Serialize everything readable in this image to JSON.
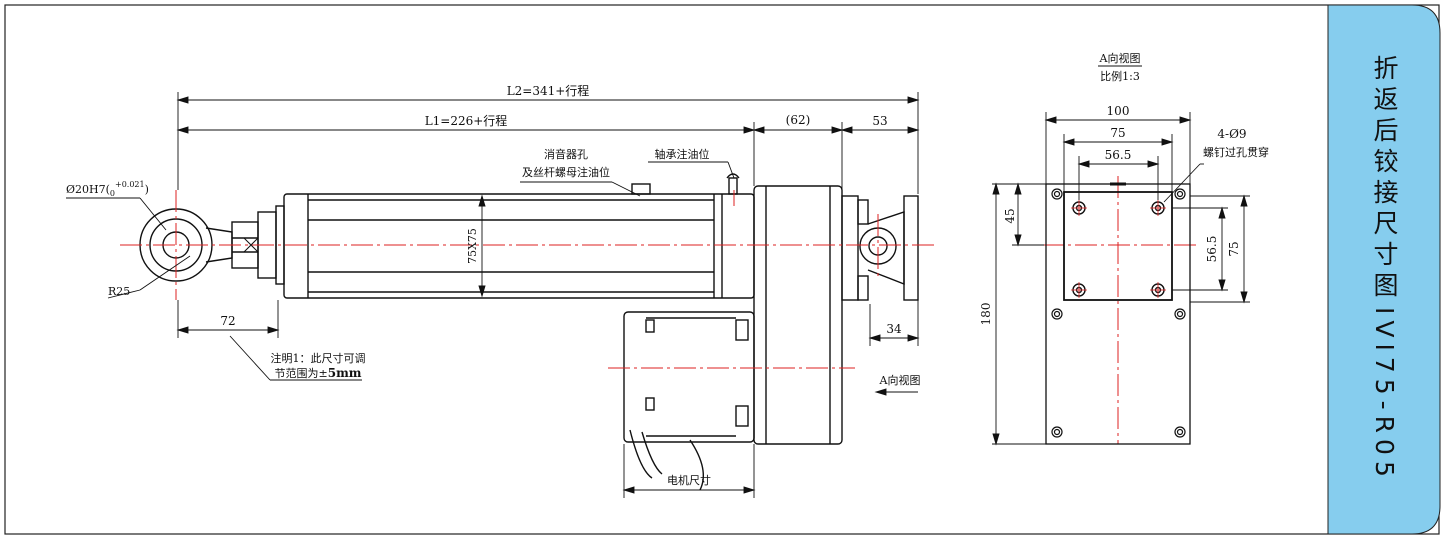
{
  "side_tab": {
    "title_line1": "折返后铰接尺寸图",
    "title_line2": "IVI75-R05",
    "color": "#86cdee"
  },
  "drawing": {
    "dim_L2": "L2=341+行程",
    "dim_L1": "L1=226+行程",
    "dim_62": "(62)",
    "dim_53": "53",
    "dim_72": "72",
    "dim_34": "34",
    "dim_section": "75X75",
    "hole_label": "Ø20H7(",
    "hole_tol": "+0.021",
    "hole_tol_low": "0",
    "hole_close": ")",
    "radius_label": "R25",
    "muffler_line1": "消音器孔",
    "muffler_line2": "及丝杆螺母注油位",
    "bearing_oil": "轴承注油位",
    "note_line1": "注明1：此尺寸可调",
    "note_line2_prefix": "节范围为±",
    "note_line2_value": "5mm",
    "motor_size": "电机尺寸",
    "view_arrow": "A向视图"
  },
  "view_a": {
    "title": "A向视图",
    "scale": "比例1:3",
    "dim_100": "100",
    "dim_75_top": "75",
    "dim_56_top": "56.5",
    "holes_count": "4-Ø9",
    "holes_note": "螺钉过孔贯穿",
    "dim_45": "45",
    "dim_180": "180",
    "dim_56_right": "56.5",
    "dim_75_right": "75"
  }
}
